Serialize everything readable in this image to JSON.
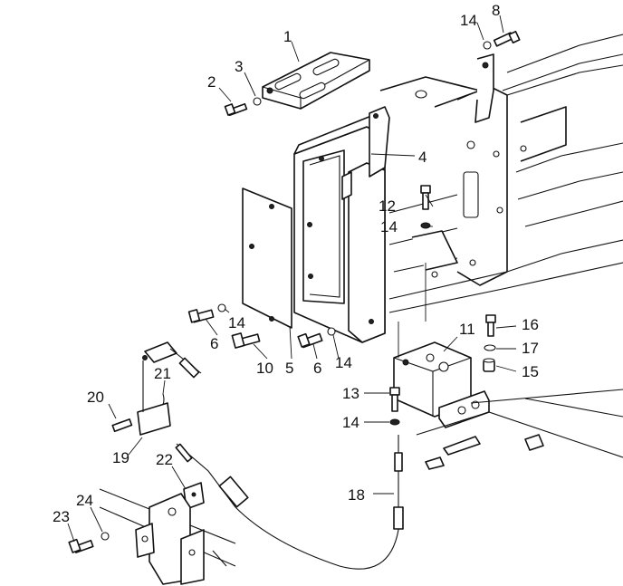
{
  "callouts": {
    "c1": "1",
    "c2": "2",
    "c3": "3",
    "c4": "4",
    "c5": "5",
    "c6a": "6",
    "c6b": "6",
    "c8": "8",
    "c10": "10",
    "c11": "11",
    "c12": "12",
    "c13": "13",
    "c14a": "14",
    "c14b": "14",
    "c14c": "14",
    "c14d": "14",
    "c14e": "14",
    "c15": "15",
    "c16": "16",
    "c17": "17",
    "c18": "18",
    "c19": "19",
    "c20": "20",
    "c21": "21",
    "c22": "22",
    "c23": "23",
    "c24": "24"
  }
}
